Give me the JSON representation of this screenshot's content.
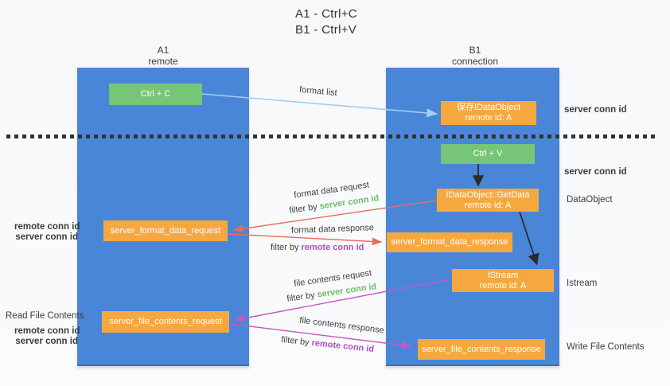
{
  "title": {
    "line1": "A1 - Ctrl+C",
    "line2": "B1 - Ctrl+V"
  },
  "columns": {
    "a": {
      "name": "A1",
      "role": "remote"
    },
    "b": {
      "name": "B1",
      "role": "connection"
    }
  },
  "nodes": {
    "ctrl_c": "Ctrl + C",
    "save_idataobject_line1": "保存IDataObject",
    "save_idataobject_line2": "remote id: A",
    "ctrl_v": "Ctrl + V",
    "getdata_line1": "IDataObject::GetData",
    "getdata_line2": "remote id: A",
    "server_format_data_request": "server_format_data_request",
    "server_format_data_response": "server_format_data_response",
    "istream_line1": "IStream",
    "istream_line2": "remote id: A",
    "server_file_contents_request": "server_file_contents_request",
    "server_file_contents_response": "server_file_contents_response"
  },
  "arrow_labels": {
    "format_list": "format list",
    "format_data_request": "format data request",
    "format_data_response": "format data response",
    "file_contents_request": "file contents request",
    "file_contents_response": "file contents response",
    "filter_by": "filter by ",
    "server_conn_id": "server conn id",
    "remote_conn_id": "remote conn id"
  },
  "side_labels": {
    "server_conn_id": "server conn id",
    "remote_conn_id": "remote conn id",
    "dataobject": "DataObject",
    "istream": "Istream",
    "read_file_contents": "Read File Contents",
    "write_file_contents": "Write File Contents"
  },
  "colors": {
    "column_blue": "#4a86d8",
    "box_green": "#77c677",
    "box_orange": "#f6a840",
    "label_green": "#67bf6b",
    "label_purple": "#ac4fc6",
    "arrow_red": "#e96a5e",
    "arrow_magenta": "#c558c5",
    "arrow_light_blue": "#a5cdf0",
    "arrow_black": "#2b2b2b",
    "text_dark": "#3c3c3c"
  }
}
